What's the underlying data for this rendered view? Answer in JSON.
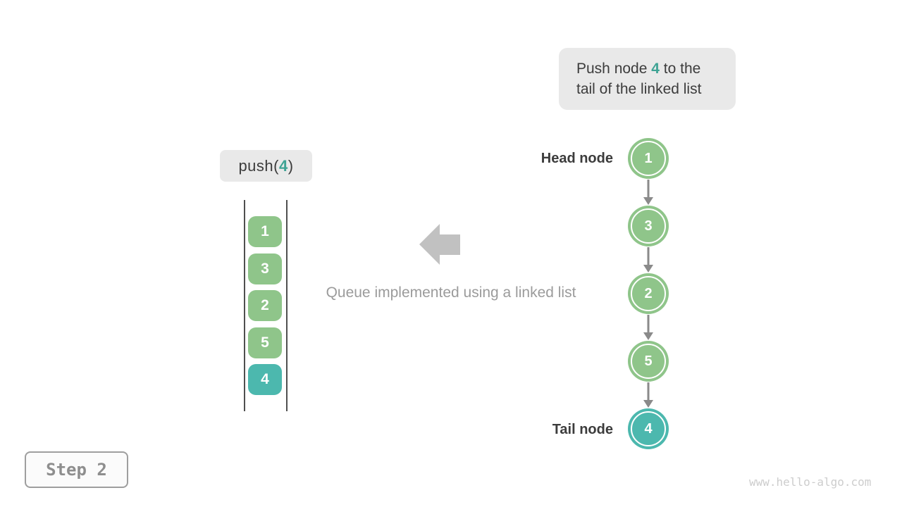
{
  "colors": {
    "node_green": "#8FC58A",
    "node_teal": "#4CB8AE",
    "accent_text": "#3EA394",
    "dark_text": "#3C3C3C",
    "muted_text": "#9B9B9B",
    "bubble_bg": "#E9E9E9",
    "flow_arrow_gray": "#C1C1C1",
    "connector_gray": "#8A8A8A",
    "rail_gray": "#4F4F4F",
    "step_border_gray": "#9E9E9E",
    "step_text_gray": "#8E8E8E",
    "watermark_gray": "#CDCDCD"
  },
  "callout": {
    "line1": {
      "pre": "Push node ",
      "accent": "4",
      "post": " to the"
    },
    "line2": "tail of the linked list"
  },
  "operation_label": {
    "pre": "push(",
    "accent": "4",
    "post": ")"
  },
  "queue_array": {
    "items": [
      {
        "value": "1",
        "variant": "green"
      },
      {
        "value": "3",
        "variant": "green"
      },
      {
        "value": "2",
        "variant": "green"
      },
      {
        "value": "5",
        "variant": "green"
      },
      {
        "value": "4",
        "variant": "teal"
      }
    ]
  },
  "caption": "Queue implemented using a linked list",
  "linked_list": {
    "head_label": "Head node",
    "tail_label": "Tail node",
    "nodes": [
      {
        "value": "1",
        "variant": "green"
      },
      {
        "value": "3",
        "variant": "green"
      },
      {
        "value": "2",
        "variant": "green"
      },
      {
        "value": "5",
        "variant": "green"
      },
      {
        "value": "4",
        "variant": "teal"
      }
    ]
  },
  "step_badge": "Step 2",
  "watermark": "www.hello-algo.com",
  "icons": {
    "flow_arrow": "left-block-arrow",
    "node_connector": "down-arrow"
  }
}
